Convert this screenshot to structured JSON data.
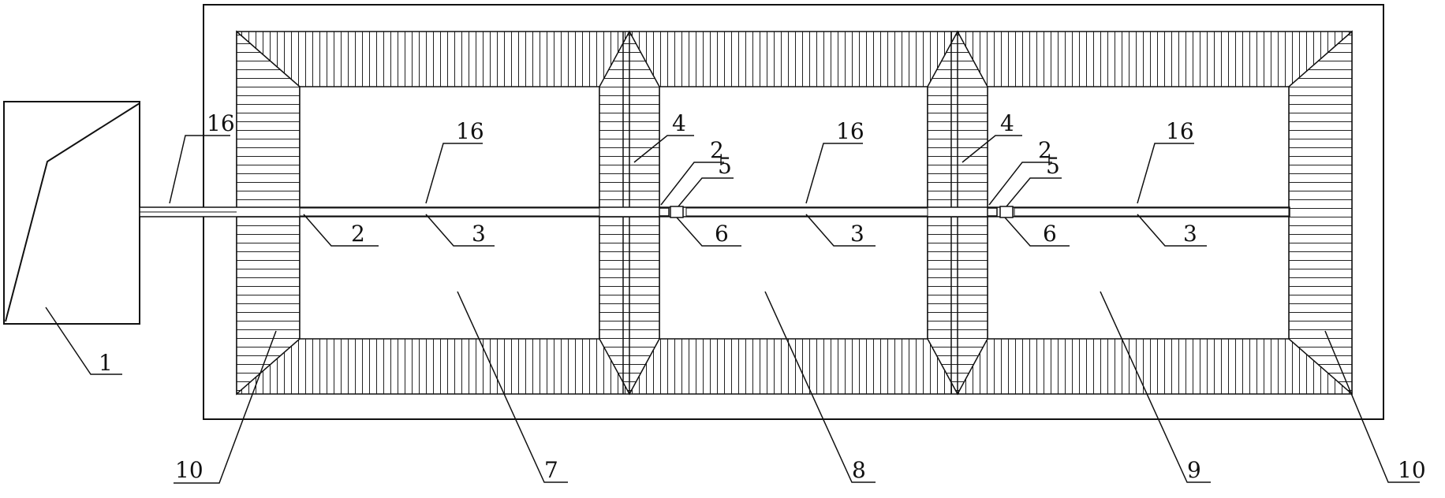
{
  "diagram": {
    "labels": {
      "source_device": "1",
      "pipe_main": "16",
      "pipe_pool1": "16",
      "pipe_pool2": "16",
      "pipe_pool3": "16",
      "valve_left": "2",
      "valve_mid": "2",
      "valve_right": "2",
      "sprinkler_1": "3",
      "sprinkler_2": "3",
      "sprinkler_3": "3",
      "partition_mid": "4",
      "partition_right": "4",
      "joint_mid": "5",
      "joint_right": "5",
      "plug_mid": "6",
      "plug_right": "6",
      "pool_1": "7",
      "pool_2": "8",
      "pool_3": "9",
      "outer_wall_left": "10",
      "outer_wall_right": "10"
    },
    "colors": {
      "line": "#111111",
      "background": "#ffffff"
    }
  }
}
